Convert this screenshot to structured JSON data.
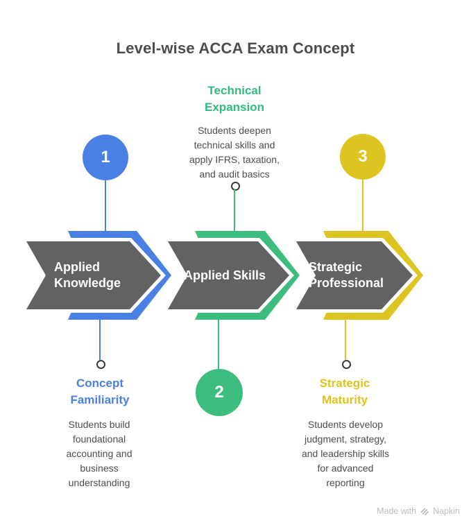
{
  "title": "Level-wise ACCA Exam Concept",
  "palette": {
    "blue": "#4a80e4",
    "green": "#3cbd7e",
    "yellow": "#dcc520",
    "arrow_fill_gray": "#626262",
    "title_gray": "#4c4c4c",
    "body_text_gray": "#4d4d4d"
  },
  "steps": [
    {
      "number": "1",
      "label": "Applied\nKnowledge",
      "color": "blue",
      "callout": {
        "position": "bottom",
        "title": "Concept\nFamiliarity",
        "description": "Students build\nfoundational\naccounting and\nbusiness\nunderstanding"
      }
    },
    {
      "number": "2",
      "label": "Applied Skills",
      "color": "green",
      "callout": {
        "position": "top",
        "title": "Technical\nExpansion",
        "description": "Students deepen\ntechnical skills and\napply IFRS, taxation,\nand audit basics"
      }
    },
    {
      "number": "3",
      "label": "Strategic\nProfessional",
      "color": "yellow",
      "callout": {
        "position": "bottom",
        "title": "Strategic\nMaturity",
        "description": "Students develop\njudgment, strategy,\nand leadership skills\nfor advanced\nreporting"
      }
    }
  ],
  "footer": {
    "made_with": "Made with",
    "brand": "Napkin"
  }
}
